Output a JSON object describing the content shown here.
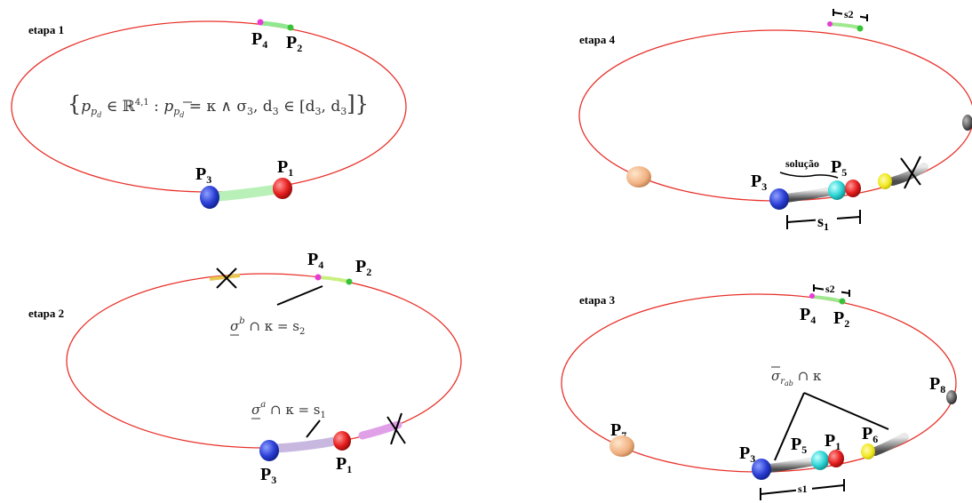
{
  "panels": {
    "p1": {
      "stage": "etapa 1",
      "formula": "{ p_pd ∈ ℝ^{4,1} :  p_pd = κ ∧ σ̄3,  d3 ∈ [d̲3, d̄3] }",
      "formula_parts": {
        "open": "{",
        "p": "p",
        "p_sub": "p",
        "p_subsub": "d",
        "in": " ∈ ℝ",
        "sup": "4,1",
        "colon": " :  ",
        "eq": " = κ ∧ σ",
        "sigma_sub": "3",
        "comma": ",  d",
        "d_sub": "3",
        "in2": " ∈ [d",
        "d2_sub": "3",
        "sep": ", d",
        "d3_sub": "3",
        "close": "]}"
      },
      "labels": {
        "P4": "P",
        "P4n": "4",
        "P2": "P",
        "P2n": "2",
        "P3": "P",
        "P3n": "3",
        "P1": "P",
        "P1n": "1"
      }
    },
    "p2": {
      "stage": "etapa 2",
      "eq_b": "σ̲ᵇ ∩ κ = s₂",
      "eq_b_parts": {
        "sigma": "σ",
        "sup": "b",
        "rest": " ∩ κ = s",
        "sub": "2"
      },
      "eq_a_parts": {
        "sigma": "σ",
        "sup": "a",
        "rest": " ∩ κ = s",
        "sub": "1"
      },
      "labels": {
        "P4": "P",
        "P4n": "4",
        "P2": "P",
        "P2n": "2",
        "P3": "P",
        "P3n": "3",
        "P1": "P",
        "P1n": "1"
      }
    },
    "p3": {
      "stage": "etapa 3",
      "eq_parts": {
        "sigma": "σ",
        "sub": "r",
        "subsub": "ab",
        "rest": " ∩ κ"
      },
      "s1": "s1",
      "s2": "s2",
      "labels": {
        "P4": "P",
        "P4n": "4",
        "P2": "P",
        "P2n": "2",
        "P3": "P",
        "P3n": "3",
        "P5": "P",
        "P5n": "5",
        "P1": "P",
        "P1n": "1",
        "P6": "P",
        "P6n": "6",
        "P7": "P",
        "P7n": "7",
        "P8": "P",
        "P8n": "8"
      }
    },
    "p4": {
      "stage": "etapa 4",
      "solution": "solução",
      "s1": "s",
      "s1n": "1",
      "s2": "s2",
      "labels": {
        "P3": "P",
        "P3n": "3",
        "P5": "P",
        "P5n": "5"
      }
    }
  },
  "colors": {
    "circle": "#e8322b",
    "blue": "#2b3fd6",
    "red": "#e81f1f",
    "cyan": "#2fd6d6",
    "magenta": "#e83ad6",
    "green": "#39c239",
    "yellow": "#e8e020",
    "gray": "#6a6a6a",
    "peach": "#f0b080"
  }
}
